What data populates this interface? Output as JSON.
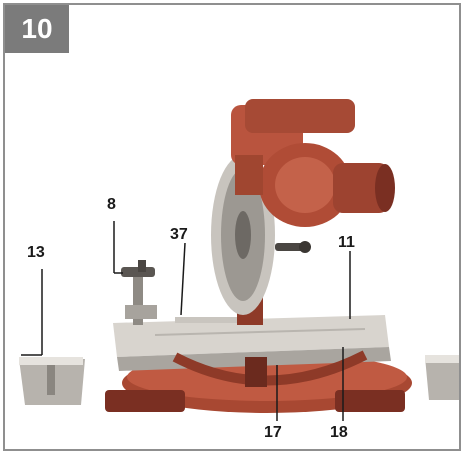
{
  "figure": {
    "number": "10"
  },
  "callouts": [
    {
      "id": "c8",
      "label": "8"
    },
    {
      "id": "c37",
      "label": "37"
    },
    {
      "id": "c13",
      "label": "13"
    },
    {
      "id": "c11",
      "label": "11"
    },
    {
      "id": "c17",
      "label": "17"
    },
    {
      "id": "c18",
      "label": "18"
    }
  ],
  "colors": {
    "frame": "#8f8f8f",
    "badge": "#7b7b7b",
    "saw_body": "#b9543e",
    "saw_dark": "#7a2f22",
    "metal": "#c7c3bd",
    "line": "#1a1a1a"
  }
}
